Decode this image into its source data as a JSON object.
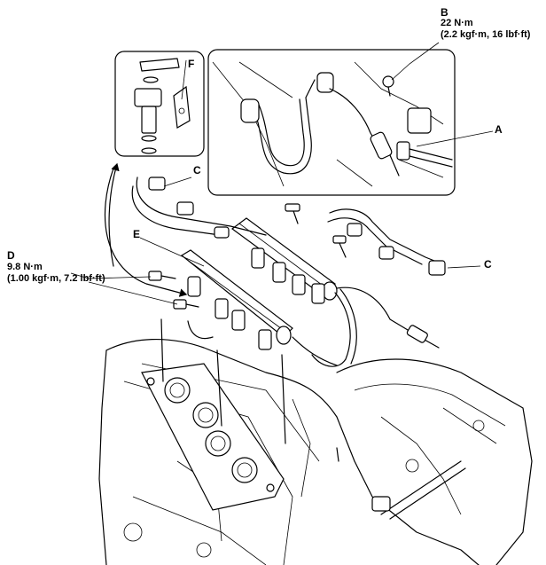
{
  "callouts": {
    "a": {
      "letter": "A"
    },
    "b": {
      "letter": "B",
      "torque": "22 N·m",
      "conversion": "(2.2 kgf·m, 16 lbf·ft)"
    },
    "c_upper": {
      "letter": "C"
    },
    "c_right": {
      "letter": "C"
    },
    "d": {
      "letter": "D",
      "torque": "9.8 N·m",
      "conversion": "(1.00 kgf·m, 7.2 lbf·ft)"
    },
    "e": {
      "letter": "E"
    },
    "f": {
      "letter": "F"
    }
  }
}
